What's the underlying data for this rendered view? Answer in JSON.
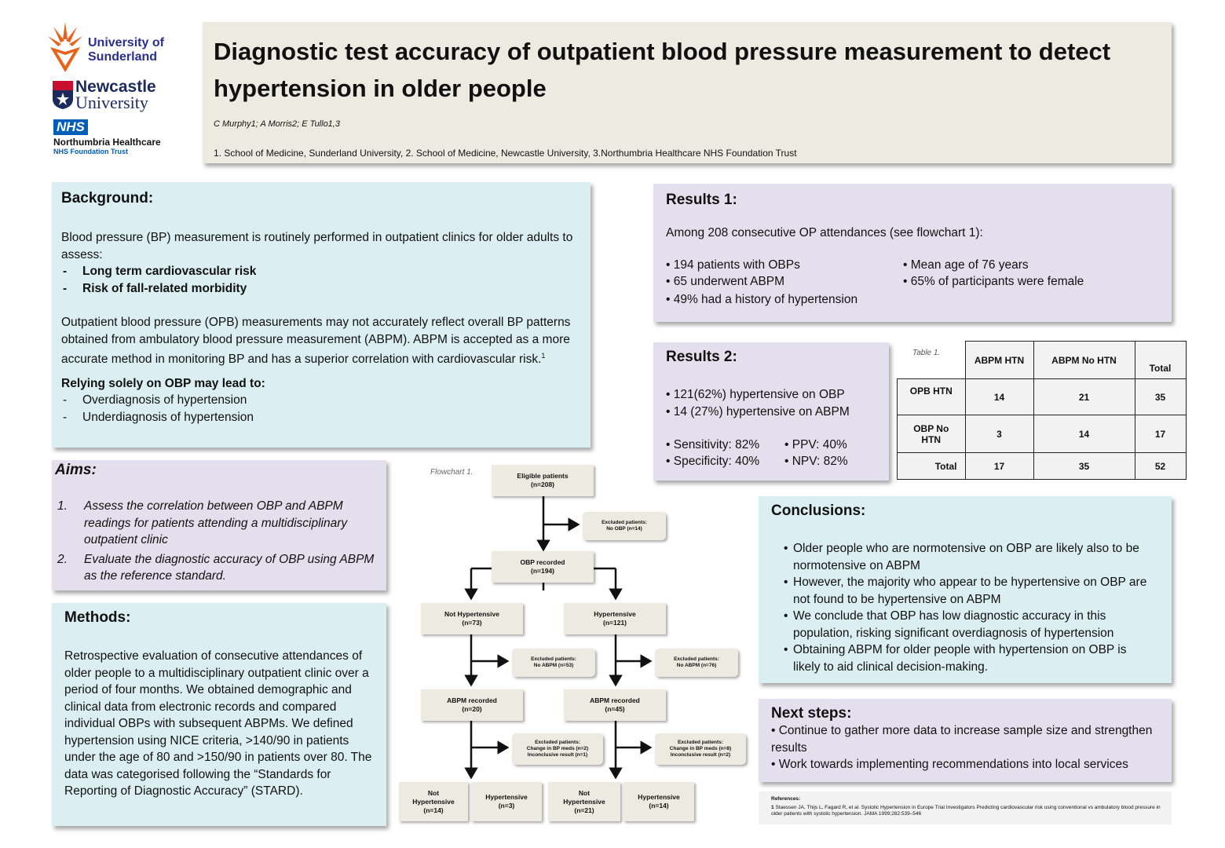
{
  "logos": {
    "sunderland": [
      "University of",
      "Sunderland"
    ],
    "newcastle": [
      "Newcastle",
      "University"
    ],
    "nhs": {
      "badge": "NHS",
      "line1": "Northumbria Healthcare",
      "line2": "NHS Foundation Trust"
    }
  },
  "header": {
    "title": "Diagnostic test accuracy of outpatient blood pressure measurement to detect hypertension in older people",
    "authors": "C Murphy1; A Morris2; E Tullo1,3",
    "affiliations": "1. School of Medicine, Sunderland University, 2. School of Medicine, Newcastle University, 3.Northumbria Healthcare NHS Foundation Trust"
  },
  "background": {
    "title": "Background:",
    "intro": "Blood pressure (BP) measurement is routinely performed in outpatient clinics for older adults to assess:",
    "risks": [
      "Long term cardiovascular risk",
      "Risk of fall-related morbidity"
    ],
    "para2": "Outpatient blood pressure (OPB) measurements may not accurately reflect overall BP patterns obtained from ambulatory blood pressure measurement (ABPM). ABPM is accepted as a more accurate method in monitoring BP and has a superior correlation with cardiovascular risk.",
    "para2_sup": "1",
    "lead": "Relying solely on OBP may lead to:",
    "outcomes": [
      "Overdiagnosis of hypertension",
      "Underdiagnosis of hypertension"
    ]
  },
  "aims": {
    "title": "Aims:",
    "items": [
      {
        "num": "1.",
        "text": "Assess the correlation between OBP and ABPM readings for patients attending a multidisciplinary outpatient clinic"
      },
      {
        "num": "2.",
        "text": "Evaluate the diagnostic accuracy of OBP using ABPM as the reference standard."
      }
    ]
  },
  "methods": {
    "title": "Methods:",
    "text": "Retrospective evaluation of consecutive attendances of older people to a multidisciplinary outpatient clinic over a period of four months. We obtained demographic and clinical data from electronic records and compared individual OBPs with subsequent ABPMs. We defined hypertension using NICE criteria, >140/90 in patients under the age of 80 and >150/90 in patients over 80. The data was categorised following the “Standards for Reporting of Diagnostic Accuracy” (STARD)."
  },
  "results1": {
    "title": "Results 1:",
    "intro": "Among 208 consecutive OP attendances (see flowchart 1):",
    "left": [
      "• 194 patients with OBPs",
      "• 65 underwent ABPM",
      "• 49% had a history of hypertension"
    ],
    "right": [
      "• Mean age of 76 years",
      "• 65% of participants were female"
    ]
  },
  "results2": {
    "title": "Results 2:",
    "lines": [
      "• 121(62%) hypertensive on OBP",
      "• 14 (27%) hypertensive on ABPM"
    ],
    "stats_left": [
      "• Sensitivity: 82%",
      "• Specificity: 40%"
    ],
    "stats_right": [
      "• PPV: 40%",
      "• NPV: 82%"
    ]
  },
  "table": {
    "caption": "Table 1.",
    "headers": [
      "ABPM HTN",
      "ABPM No HTN",
      "Total"
    ],
    "rows": [
      {
        "label": "OPB HTN",
        "values": [
          "14",
          "21",
          "35"
        ]
      },
      {
        "label": "OBP No HTN",
        "values": [
          "3",
          "14",
          "17"
        ]
      },
      {
        "label": "Total",
        "values": [
          "17",
          "35",
          "52"
        ]
      }
    ]
  },
  "flowchart": {
    "caption": "Flowchart 1.",
    "eligible": [
      "Eligible patients",
      "(n=208)"
    ],
    "excl_noobp": [
      "Excluded patients:",
      "No OBP (n=14)"
    ],
    "obp": [
      "OBP recorded",
      "(n=194)"
    ],
    "not_htn": [
      "Not Hypertensive",
      "(n=73)"
    ],
    "htn": [
      "Hypertensive",
      "(n=121)"
    ],
    "excl_l1": [
      "Excluded patients:",
      "No ABPM (n=53)"
    ],
    "excl_r1": [
      "Excluded patients:",
      "No ABPM (n=76)"
    ],
    "abpm_l": [
      "ABPM recorded",
      "(n=20)"
    ],
    "abpm_r": [
      "ABPM recorded",
      "(n=45)"
    ],
    "excl_l2": [
      "Excluded patients:",
      "Change in BP meds (n=2)",
      "Inconclusive result (n=1)"
    ],
    "excl_r2": [
      "Excluded patients:",
      "Change in BP meds (n=8)",
      "Inconclusive result (n=2)"
    ],
    "leaf1": [
      "Not",
      "Hypertensive",
      "(n=14)"
    ],
    "leaf2": [
      "Hypertensive",
      "(n=3)"
    ],
    "leaf3": [
      "Not",
      "Hypertensive",
      "(n=21)"
    ],
    "leaf4": [
      "Hypertensive",
      "(n=14)"
    ]
  },
  "conclusions": {
    "title": "Conclusions:",
    "items": [
      "Older people who are normotensive on OBP are likely also to be normotensive on ABPM",
      "However, the majority who appear to be hypertensive on OBP are not found to be hypertensive on ABPM",
      "We conclude that OBP has low diagnostic accuracy in this population, risking significant overdiagnosis of hypertension",
      "Obtaining ABPM for older people with hypertension on OBP is likely to aid clinical decision-making."
    ]
  },
  "next_steps": {
    "title": "Next steps:",
    "items": [
      "• Continue to gather more data to increase sample size and strengthen results",
      "• Work towards implementing recommendations into local services"
    ]
  },
  "references": {
    "title": "References:",
    "num": "1",
    "text": "Staessen JA, Thijs L, Fagard R, et al. Systolic Hypertension in Europe Trial Investigators Predicting cardiovascular risk using conventional vs ambulatory blood pressure in older patients with systolic hypertension. JAMA 1999;282:539–546"
  },
  "colors": {
    "header": "#edebe1",
    "blue_panel": "#dbeef2",
    "purple_panel": "#e4dfed",
    "nhs_blue": "#005eb8",
    "sunderland_orange": "#e8621c"
  }
}
